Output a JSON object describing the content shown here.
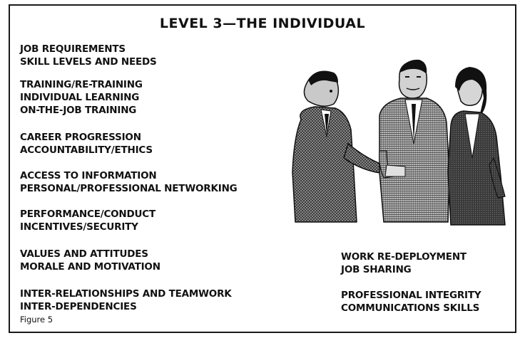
{
  "title": "LEVEL 3—THE INDIVIDUAL",
  "left_groups": [
    {
      "lines": [
        "JOB REQUIREMENTS",
        "SKILL LEVELS AND NEEDS"
      ]
    },
    {
      "lines": [
        "TRAINING/RE-TRAINING",
        "INDIVIDUAL LEARNING",
        "ON-THE-JOB TRAINING"
      ]
    },
    {
      "lines": [
        "CAREER PROGRESSION",
        "ACCOUNTABILITY/ETHICS"
      ]
    },
    {
      "lines": [
        "ACCESS TO INFORMATION",
        "PERSONAL/PROFESSIONAL NETWORKING"
      ]
    },
    {
      "lines": [
        "PERFORMANCE/CONDUCT",
        "INCENTIVES/SECURITY"
      ]
    },
    {
      "lines": [
        "VALUES AND ATTITUDES",
        "MORALE AND MOTIVATION"
      ]
    },
    {
      "lines": [
        "INTER-RELATIONSHIPS AND TEAMWORK",
        "INTER-DEPENDENCIES"
      ]
    }
  ],
  "right_groups": [
    {
      "lines": [
        "WORK RE-DEPLOYMENT",
        "JOB SHARING"
      ]
    },
    {
      "lines": [
        "PROFESSIONAL INTEGRITY",
        "COMMUNICATIONS SKILLS"
      ]
    }
  ],
  "caption": "Figure 5",
  "illustration": "people-handshake-illustration"
}
